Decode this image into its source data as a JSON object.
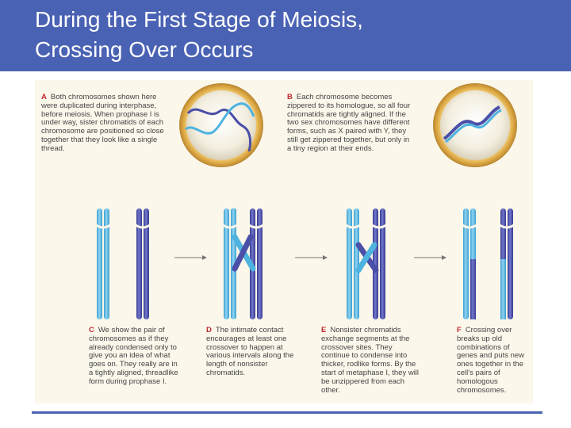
{
  "slide": {
    "title_line1": "During the First Stage of Meiosis,",
    "title_line2": "Crossing Over Occurs"
  },
  "captions": [
    {
      "letter": "A",
      "text": "Both chromosomes shown here were duplicated during interphase, before meiosis. When prophase I is under way, sister chromatids of each chromosome are positioned so close together that they look like a single thread."
    },
    {
      "letter": "B",
      "text": "Each chromosome becomes zippered to its homologue, so all four chromatids are tightly aligned. If the two sex chromosomes have different forms, such as X paired with Y, they still get zippered together, but only in a tiny region at their ends."
    },
    {
      "letter": "C",
      "text": "We show the pair of chromosomes as if they already condensed only to give you an idea of what goes on. They really are in a tightly aligned, threadlike form during prophase I."
    },
    {
      "letter": "D",
      "text": "The intimate contact encourages at least one crossover to happen at various intervals along the length of nonsister chromatids."
    },
    {
      "letter": "E",
      "text": "Nonsister chromatids exchange segments at the crossover sites. They continue to condense into thicker, rodlike forms. By the start of metaphase I, they will be unzippered from each other."
    },
    {
      "letter": "F",
      "text": "Crossing over breaks up old combinations of genes and puts new ones together in the cell's pairs of homologous chromosomes."
    }
  ],
  "colors": {
    "header": "#4a62b3",
    "light_chromosome": "#4fb3df",
    "dark_chromosome": "#4a4fa8",
    "cell_ring": "#e0b050",
    "caption_letter": "#c0282e"
  }
}
